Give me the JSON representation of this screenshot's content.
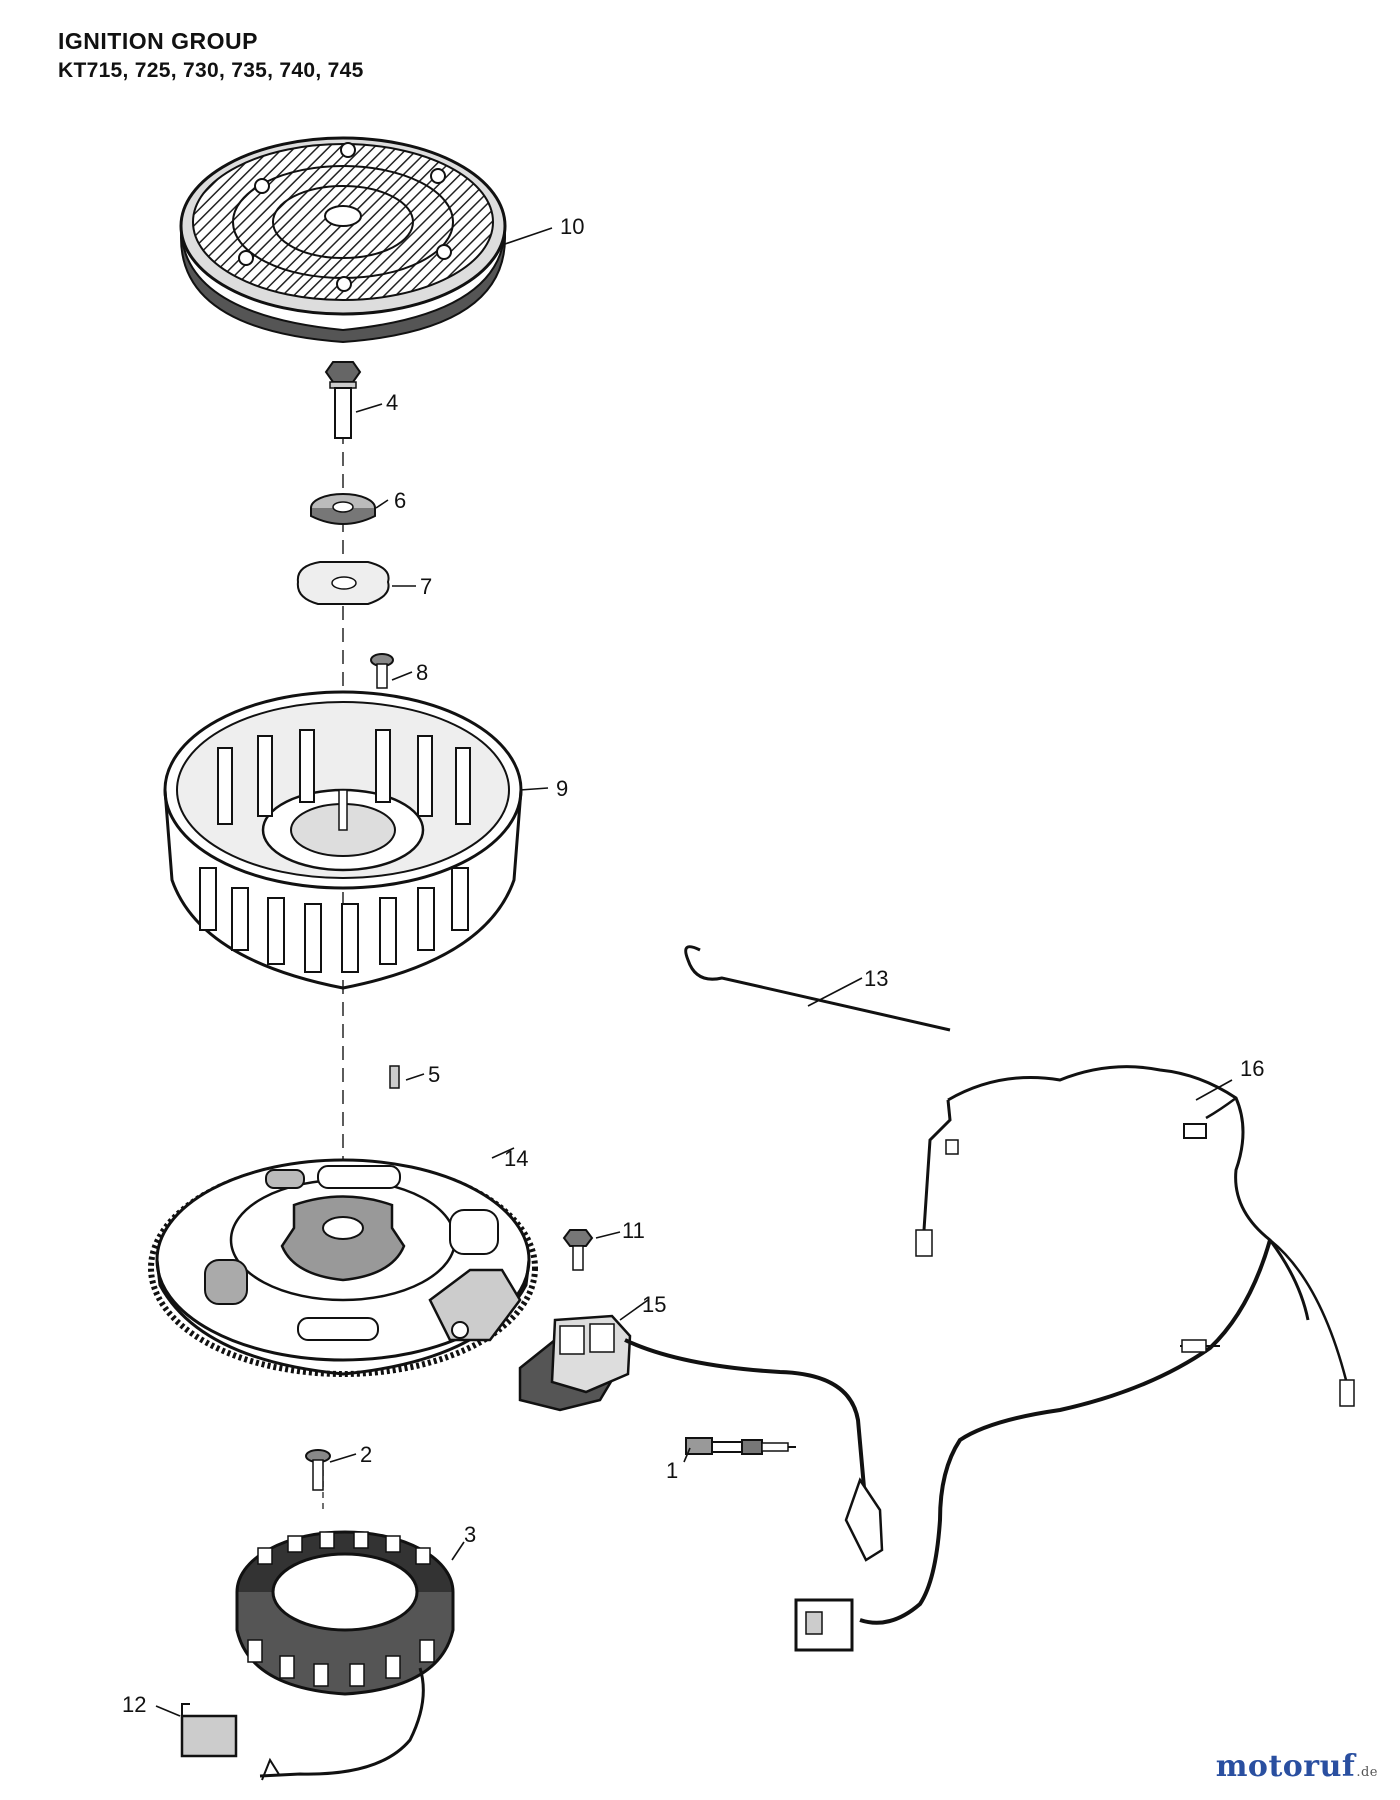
{
  "title": "IGNITION GROUP",
  "models": "KT715, 725, 730, 735, 740, 745",
  "watermark": {
    "text": "motoruf",
    "suffix": ".de",
    "color": "#2a4fa0",
    "accent_color": "#d4a017"
  },
  "callouts": [
    {
      "id": "10",
      "label": "10",
      "part": "grass-screen"
    },
    {
      "id": "4",
      "label": "4",
      "part": "flywheel-bolt"
    },
    {
      "id": "6",
      "label": "6",
      "part": "washer"
    },
    {
      "id": "7",
      "label": "7",
      "part": "fan-retainer-plate"
    },
    {
      "id": "8",
      "label": "8",
      "part": "fan-screw"
    },
    {
      "id": "9",
      "label": "9",
      "part": "cooling-fan"
    },
    {
      "id": "13",
      "label": "13",
      "part": "cable-tie"
    },
    {
      "id": "16",
      "label": "16",
      "part": "wiring-harness"
    },
    {
      "id": "5",
      "label": "5",
      "part": "flywheel-key"
    },
    {
      "id": "14",
      "label": "14",
      "part": "flywheel"
    },
    {
      "id": "11",
      "label": "11",
      "part": "ignition-module-screw"
    },
    {
      "id": "15",
      "label": "15",
      "part": "ignition-module"
    },
    {
      "id": "2",
      "label": "2",
      "part": "stator-screw"
    },
    {
      "id": "1",
      "label": "1",
      "part": "spark-plug"
    },
    {
      "id": "3",
      "label": "3",
      "part": "stator"
    },
    {
      "id": "12",
      "label": "12",
      "part": "rectifier-bracket"
    }
  ]
}
